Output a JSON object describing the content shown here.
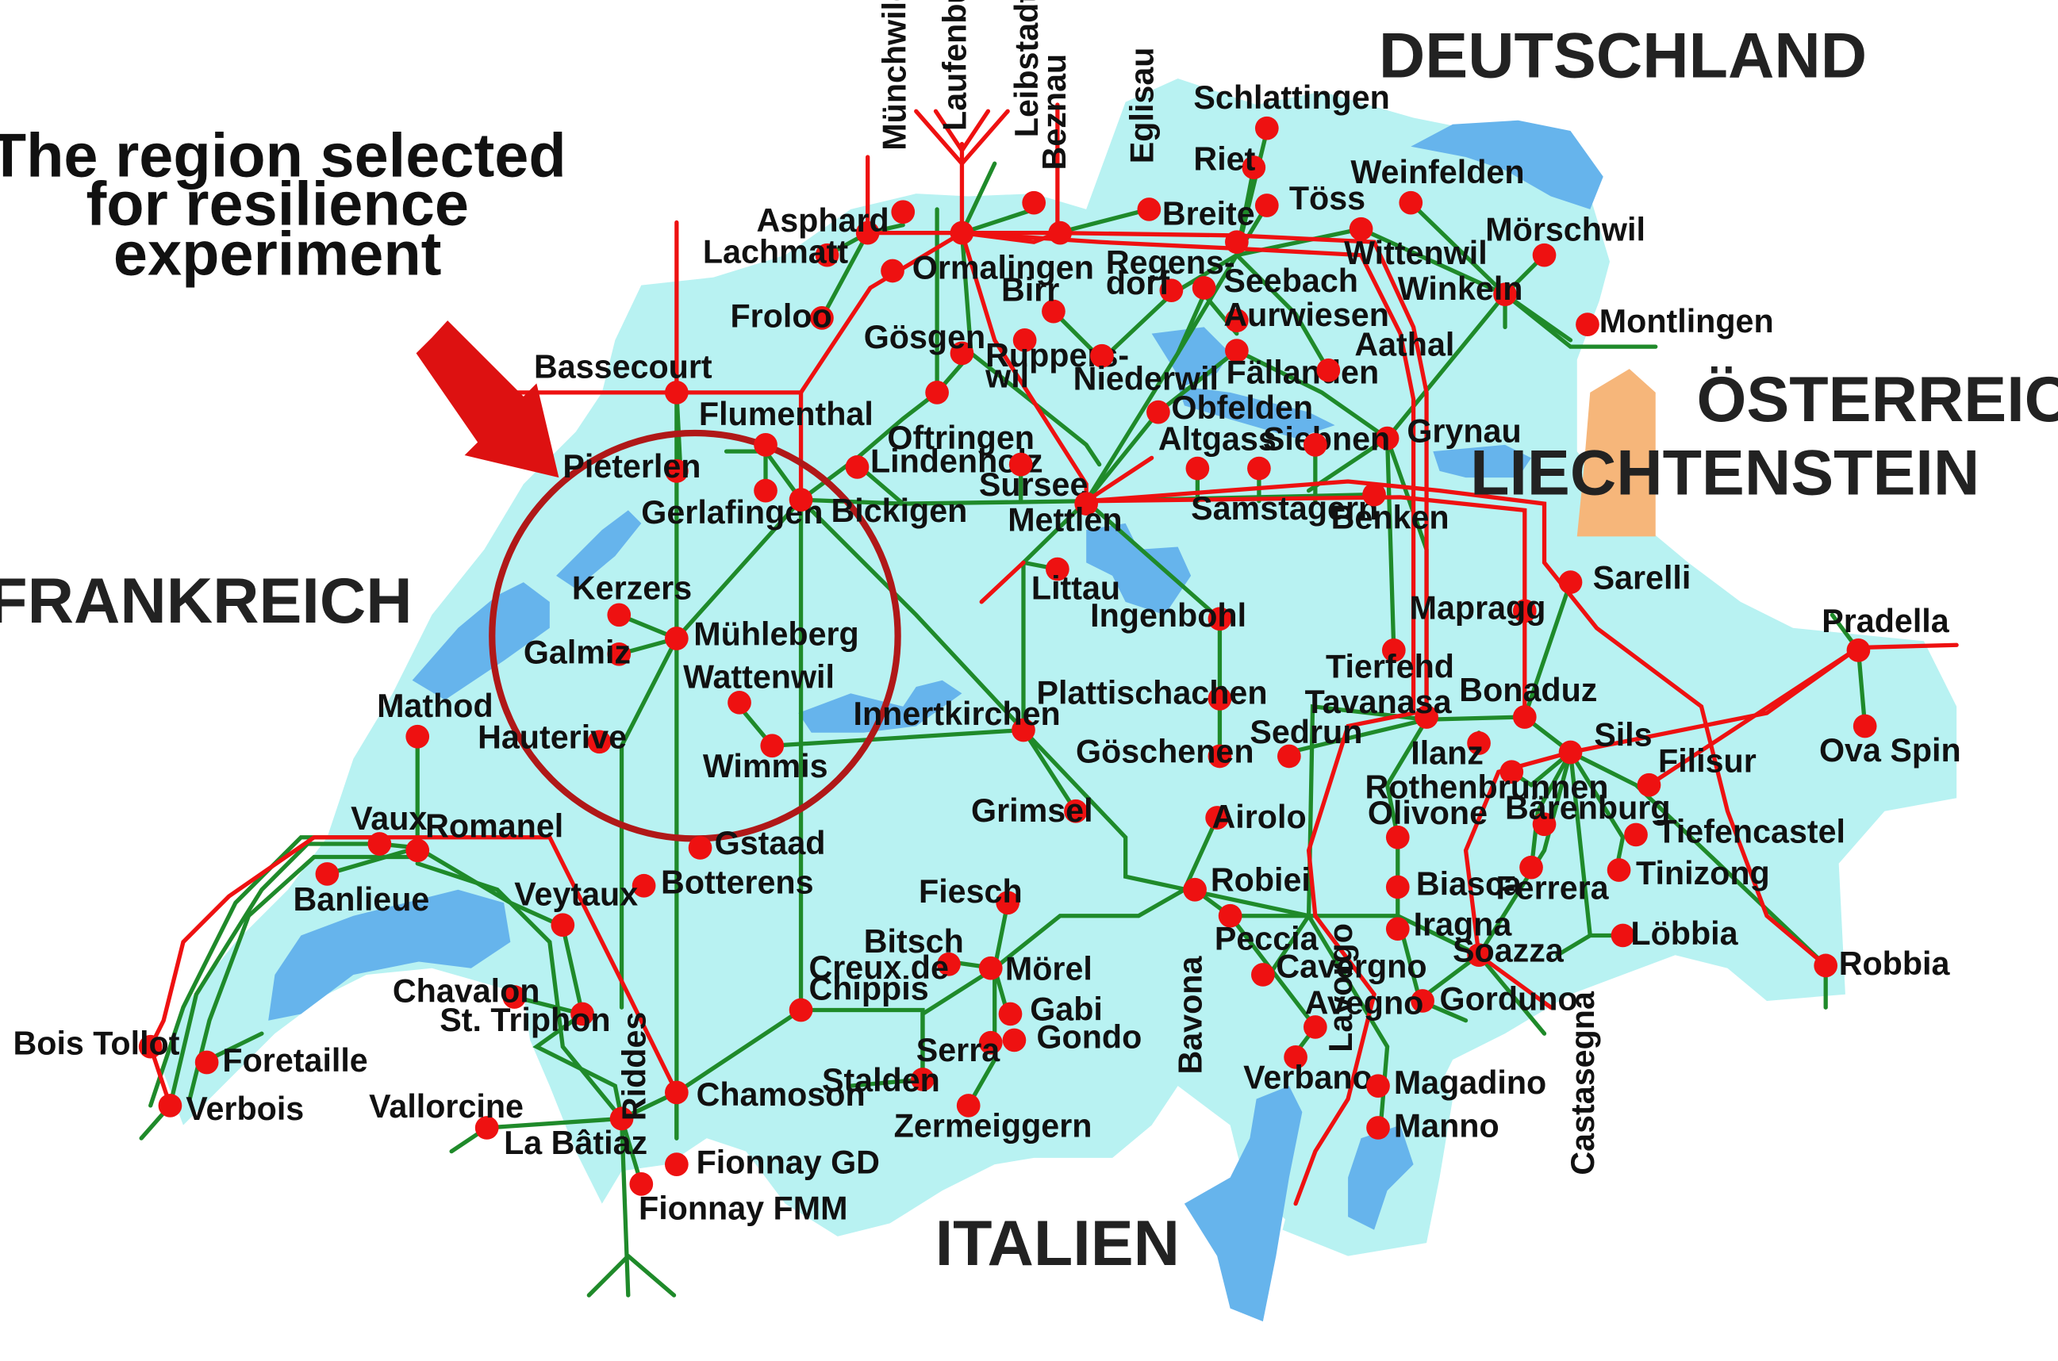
{
  "annotation": {
    "lines": [
      "The region selected",
      "for resilience",
      "experiment"
    ]
  },
  "countries": [
    {
      "id": "deutschland",
      "name": "DEUTSCHLAND"
    },
    {
      "id": "oesterreich",
      "name": "ÖSTERREICH"
    },
    {
      "id": "liechtenstein",
      "name": "LIECHTENSTEIN"
    },
    {
      "id": "frankreich",
      "name": "FRANKREICH"
    },
    {
      "id": "italien",
      "name": "ITALIEN"
    }
  ],
  "colors": {
    "land": "#b8f2f2",
    "lakes": "#66b4ec",
    "liechtenstein": "#f6b67a",
    "line_380kv": "#ee1111",
    "line_220kv": "#1f8a2a",
    "station": "#ee1111",
    "highlight_circle": "#b01818",
    "arrow": "#dd1111"
  },
  "stations": [
    {
      "id": "laufenburg",
      "label": "Laufenburg"
    },
    {
      "id": "muenchwilen",
      "label": "Münchwilen"
    },
    {
      "id": "leibstadt",
      "label": "Leibstadt"
    },
    {
      "id": "beznau",
      "label": "Beznau"
    },
    {
      "id": "eglisau",
      "label": "Eglisau"
    },
    {
      "id": "schlattingen",
      "label": "Schlattingen"
    },
    {
      "id": "riet",
      "label": "Riet"
    },
    {
      "id": "breite",
      "label": "Breite"
    },
    {
      "id": "toess",
      "label": "Töss"
    },
    {
      "id": "weinfelden",
      "label": "Weinfelden"
    },
    {
      "id": "moerschwil",
      "label": "Mörschwil"
    },
    {
      "id": "wittenwil",
      "label": "Wittenwil"
    },
    {
      "id": "winkeln",
      "label": "Winkeln"
    },
    {
      "id": "montlingen",
      "label": "Montlingen"
    },
    {
      "id": "asphard",
      "label": "Asphard"
    },
    {
      "id": "lachmatt",
      "label": "Lachmatt"
    },
    {
      "id": "ormalingen",
      "label": "Ormalingen"
    },
    {
      "id": "froloo",
      "label": "Froloo"
    },
    {
      "id": "birr",
      "label": "Birr"
    },
    {
      "id": "regensdorf",
      "label": "Regens-\ndorf"
    },
    {
      "id": "seebach",
      "label": "Seebach"
    },
    {
      "id": "aurwiesen",
      "label": "Aurwiesen"
    },
    {
      "id": "goesgen",
      "label": "Gösgen"
    },
    {
      "id": "ruppers",
      "label": "Ruppers-\nwil"
    },
    {
      "id": "niederwil",
      "label": "Niederwil"
    },
    {
      "id": "faellanden",
      "label": "Fällanden"
    },
    {
      "id": "aathal",
      "label": "Aathal"
    },
    {
      "id": "bassecourt",
      "label": "Bassecourt"
    },
    {
      "id": "flumenthal",
      "label": "Flumenthal"
    },
    {
      "id": "oftringen",
      "label": "Oftringen"
    },
    {
      "id": "lindenholz",
      "label": "Lindenholz"
    },
    {
      "id": "obfelden",
      "label": "Obfelden"
    },
    {
      "id": "grynau",
      "label": "Grynau"
    },
    {
      "id": "pieterlen",
      "label": "Pieterlen"
    },
    {
      "id": "gerlafingen",
      "label": "Gerlafingen"
    },
    {
      "id": "bickigen",
      "label": "Bickigen"
    },
    {
      "id": "sursee",
      "label": "Sursee"
    },
    {
      "id": "altgass",
      "label": "Altgass"
    },
    {
      "id": "siebnen",
      "label": "Siebnen"
    },
    {
      "id": "mettlen",
      "label": "Mettlen"
    },
    {
      "id": "samstagern",
      "label": "Samstagern"
    },
    {
      "id": "benken",
      "label": "Benken"
    },
    {
      "id": "sarelli",
      "label": "Sarelli"
    },
    {
      "id": "littau",
      "label": "Littau"
    },
    {
      "id": "kerzers",
      "label": "Kerzers"
    },
    {
      "id": "galmiz",
      "label": "Galmiz"
    },
    {
      "id": "muehleberg",
      "label": "Mühleberg"
    },
    {
      "id": "ingenbohl",
      "label": "Ingenbohl"
    },
    {
      "id": "mapragg",
      "label": "Mapragg"
    },
    {
      "id": "pradella",
      "label": "Pradella"
    },
    {
      "id": "tierfehd",
      "label": "Tierfehd"
    },
    {
      "id": "wattenwil",
      "label": "Wattenwil"
    },
    {
      "id": "plattischachen",
      "label": "Plattischachen"
    },
    {
      "id": "tavanasa",
      "label": "Tavanasa"
    },
    {
      "id": "bonaduz",
      "label": "Bonaduz"
    },
    {
      "id": "mathod",
      "label": "Mathod"
    },
    {
      "id": "innertkirchen",
      "label": "Innertkirchen"
    },
    {
      "id": "hauterive",
      "label": "Hauterive"
    },
    {
      "id": "wimmis",
      "label": "Wimmis"
    },
    {
      "id": "goeschenen",
      "label": "Göschenen"
    },
    {
      "id": "sedrun",
      "label": "Sedrun"
    },
    {
      "id": "ilanz",
      "label": "Ilanz"
    },
    {
      "id": "sils",
      "label": "Sils"
    },
    {
      "id": "filisur",
      "label": "Filisur"
    },
    {
      "id": "ovaspin",
      "label": "Ova Spin"
    },
    {
      "id": "rothenbrunnen",
      "label": "Rothenbrunnen"
    },
    {
      "id": "olivone",
      "label": "Olivone"
    },
    {
      "id": "barenburg",
      "label": "Bärenburg"
    },
    {
      "id": "tiefencastel",
      "label": "Tiefencastel"
    },
    {
      "id": "grimsel",
      "label": "Grimsel"
    },
    {
      "id": "airolo",
      "label": "Airolo"
    },
    {
      "id": "vaux",
      "label": "Vaux"
    },
    {
      "id": "romanel",
      "label": "Romanel"
    },
    {
      "id": "gstaad",
      "label": "Gstaad"
    },
    {
      "id": "tinizong",
      "label": "Tinizong"
    },
    {
      "id": "banlieue",
      "label": "Banlieue"
    },
    {
      "id": "botterens",
      "label": "Botterens"
    },
    {
      "id": "veytaux",
      "label": "Veytaux"
    },
    {
      "id": "fiesch",
      "label": "Fiesch"
    },
    {
      "id": "robiei",
      "label": "Robiei"
    },
    {
      "id": "biasca",
      "label": "Biasca"
    },
    {
      "id": "ferrera",
      "label": "Ferrera"
    },
    {
      "id": "iragna",
      "label": "Iragna"
    },
    {
      "id": "loebbia",
      "label": "Löbbia"
    },
    {
      "id": "bitsch",
      "label": "Bitsch"
    },
    {
      "id": "moerel",
      "label": "Mörel"
    },
    {
      "id": "peccia",
      "label": "Peccia"
    },
    {
      "id": "soazza",
      "label": "Soazza"
    },
    {
      "id": "robbia",
      "label": "Robbia"
    },
    {
      "id": "cavergno",
      "label": "Cavergno"
    },
    {
      "id": "chavalon",
      "label": "Chavalon"
    },
    {
      "id": "sttriphon",
      "label": "St. Triphon"
    },
    {
      "id": "creux",
      "label": "Creux de\nChippis"
    },
    {
      "id": "gabi",
      "label": "Gabi"
    },
    {
      "id": "gorduno",
      "label": "Gorduno"
    },
    {
      "id": "avegno",
      "label": "Avegno"
    },
    {
      "id": "boistollot",
      "label": "Bois Tollot"
    },
    {
      "id": "foretaille",
      "label": "Foretaille"
    },
    {
      "id": "gondo",
      "label": "Gondo"
    },
    {
      "id": "serra",
      "label": "Serra"
    },
    {
      "id": "verbano",
      "label": "Verbano"
    },
    {
      "id": "magadino",
      "label": "Magadino"
    },
    {
      "id": "stalden",
      "label": "Stalden"
    },
    {
      "id": "chamoson",
      "label": "Chamoson"
    },
    {
      "id": "verbois",
      "label": "Verbois"
    },
    {
      "id": "vallorcine",
      "label": "Vallorcine"
    },
    {
      "id": "zermeiggern",
      "label": "Zermeiggern"
    },
    {
      "id": "manno",
      "label": "Manno"
    },
    {
      "id": "labatiaz",
      "label": "La Bâtiaz"
    },
    {
      "id": "fionnaygd",
      "label": "Fionnay GD"
    },
    {
      "id": "fionnayfmm",
      "label": "Fionnay FMM"
    },
    {
      "id": "riddes",
      "label": "Riddes"
    },
    {
      "id": "bavona",
      "label": "Bavona"
    },
    {
      "id": "lavorgo",
      "label": "Lavorgo"
    },
    {
      "id": "castasegna",
      "label": "Castasegna"
    }
  ]
}
